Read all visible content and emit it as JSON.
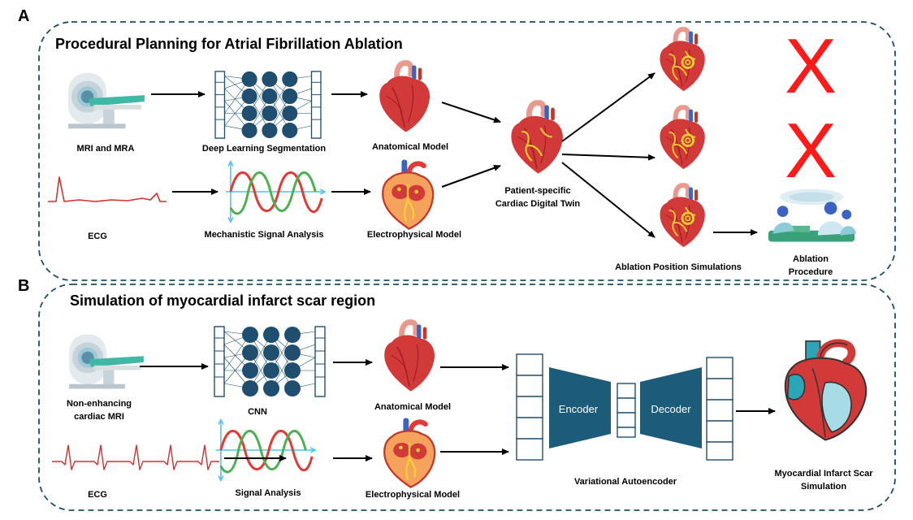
{
  "panelA": {
    "letter": "A",
    "title": "Procedural Planning for Atrial Fibrillation Ablation",
    "labels": {
      "mri": "MRI and MRA",
      "dl": "Deep Learning Segmentation",
      "anat": "Anatomical Model",
      "ecg": "ECG",
      "signal": "Mechanistic Signal Analysis",
      "electro": "Electrophysical Model",
      "twin1": "Patient-specific",
      "twin2": "Cardiac Digital Twin",
      "sims": "Ablation Position Simulations",
      "proc1": "Ablation",
      "proc2": "Procedure"
    },
    "marks": [
      "X",
      "X"
    ]
  },
  "panelB": {
    "letter": "B",
    "title": "Simulation of myocardial infarct scar region",
    "labels": {
      "mri1": "Non-enhancing",
      "mri2": "cardiac MRI",
      "cnn": "CNN",
      "anat": "Anatomical Model",
      "ecg": "ECG",
      "signal": "Signal Analysis",
      "electro": "Electrophysical Model",
      "encoder": "Encoder",
      "decoder": "Decoder",
      "vae": "Variational Autoencoder",
      "scar1": "Myocardial Infarct Scar",
      "scar2": "Simulation"
    }
  },
  "colors": {
    "border": "#1f4e5f",
    "node": "#1f4e6e",
    "vae": "#1d5b7a",
    "heart": "#d23a3a",
    "heartDark": "#a51d24",
    "vessel": "#e89a8c",
    "vein": "#3b63c4",
    "conduction": "#f2d22e",
    "cross": "#ff1a1a",
    "waveRed": "#e53935",
    "waveGreen": "#4caf50",
    "axis": "#4fc3f7",
    "scarTeal": "#2aa6b8",
    "scarLight": "#a7dce6",
    "ecg": "#d32f2f"
  }
}
